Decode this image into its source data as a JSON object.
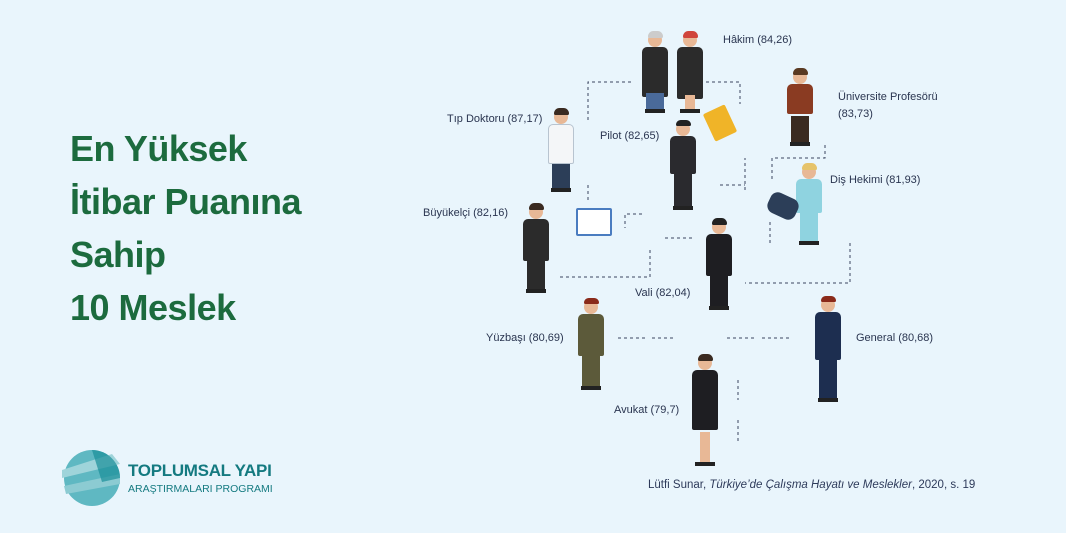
{
  "title_lines": [
    "En Yüksek",
    "İtibar Puanına",
    "Sahip",
    "10 Meslek"
  ],
  "professions": {
    "hakim": "Hâkim (84,26)",
    "profesor_name": "Üniversite Profesörü",
    "profesor_score": "(83,73)",
    "doktor": "Tıp Doktoru (87,17)",
    "pilot": "Pilot (82,65)",
    "dis_hekimi": "Diş Hekimi (81,93)",
    "buyukelci": "Büyükelçi (82,16)",
    "vali": "Vali (82,04)",
    "yuzbasi": "Yüzbaşı (80,69)",
    "general": "General (80,68)",
    "avukat": "Avukat (79,7)"
  },
  "logo": {
    "line1": "TOPLUMSAL YAPI",
    "line2": "ARAŞTIRMALARI PROGRAMI"
  },
  "source": {
    "author": "Lütfi Sunar, ",
    "book": "Türkiye’de Çalışma Hayatı ve Meslekler",
    "rest": ", 2020, s. 19"
  },
  "colors": {
    "title": "#1c6b3e",
    "background": "#e9f5fc",
    "logo": "#147a80"
  }
}
